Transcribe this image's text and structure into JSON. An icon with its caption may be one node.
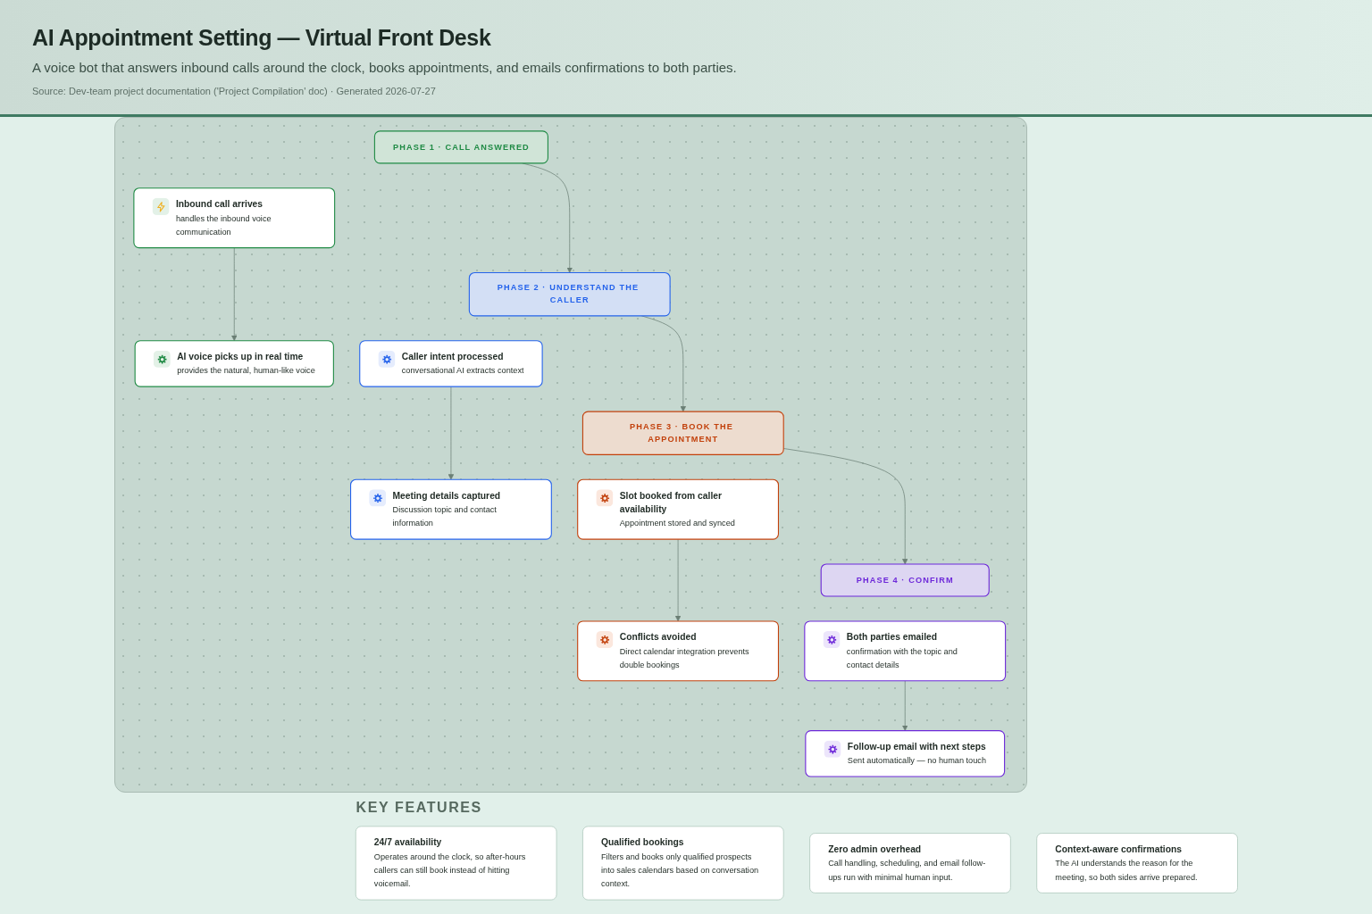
{
  "diagram": {
    "title": "AI Appointment Setting — Virtual Front Desk",
    "nodes": [
      {
        "text": [
          "PHASE 1 · CALL ANSWERED"
        ]
      },
      {
        "text": [
          "Inbound call arrives",
          "handles the inbound voice communication"
        ]
      },
      {
        "text": [
          "AI voice picks up in real time",
          "provides the natural, human-like voice"
        ]
      },
      {
        "text": [
          "PHASE 2 · UNDERSTAND THE CALLER"
        ]
      },
      {
        "text": [
          "Caller intent processed",
          "conversational AI extracts context"
        ]
      },
      {
        "text": [
          "Meeting details captured",
          "Discussion topic and contact information"
        ]
      },
      {
        "text": [
          "PHASE 3 · BOOK THE APPOINTMENT"
        ]
      },
      {
        "text": [
          "Slot booked from caller availability",
          "Appointment stored and synced"
        ]
      },
      {
        "text": [
          "Conflicts avoided",
          "Direct calendar integration prevents double bookings"
        ]
      },
      {
        "text": [
          "PHASE 4 · CONFIRM"
        ]
      },
      {
        "text": [
          "Both parties emailed",
          "confirmation with the topic and contact details"
        ]
      },
      {
        "text": [
          "Follow-up email with next steps",
          "Sent automatically — no human touch"
        ]
      },
      {
        "text": [
          "24/7 availability",
          "Operates around the clock, so after-hours callers can still book instead of hitting voicemail."
        ]
      },
      {
        "text": [
          "Qualified bookings",
          "Filters and books only qualified prospects into sales calendars based on conversation context."
        ]
      },
      {
        "text": [
          "Zero admin overhead",
          "Call handling, scheduling, and email follow-ups run with minimal human input."
        ]
      },
      {
        "text": [
          "Context-aware confirmations",
          "The AI understands the reason for the meeting, so both sides arrive prepared."
        ]
      }
    ],
    "edges": [
      {
        "from": 0,
        "to": 3,
        "arrow": "to"
      },
      {
        "from": 3,
        "to": 6,
        "arrow": "to"
      },
      {
        "from": 6,
        "to": 9,
        "arrow": "to"
      },
      {
        "from": 1,
        "to": 2,
        "arrow": "to"
      },
      {
        "from": 4,
        "to": 5,
        "arrow": "to"
      },
      {
        "from": 7,
        "to": 8,
        "arrow": "to"
      },
      {
        "from": 10,
        "to": 11,
        "arrow": "to"
      }
    ],
    "labels": [
      "A voice bot that answers inbound calls around the clock, books appointments, and emails confirmations to both parties.",
      "Source: Dev-team project documentation ('Project Compilation' doc) · Generated 2026-07-27",
      "KEY FEATURES"
    ]
  }
}
